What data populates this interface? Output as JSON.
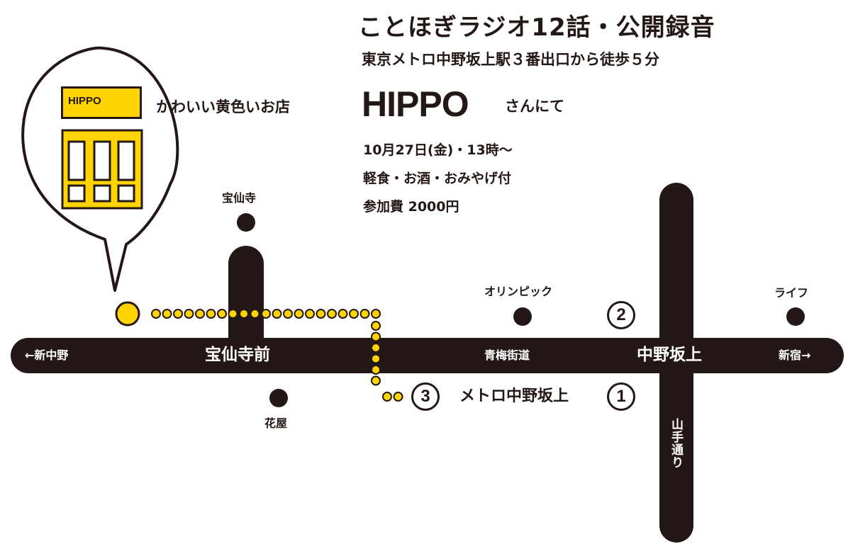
{
  "event": {
    "title": "ことほぎラジオ12話・公開録音",
    "access": "東京メトロ中野坂上駅３番出口から徒歩５分",
    "venue_name": "HIPPO",
    "venue_suffix": "さんにて",
    "date": "10月27日(金)・13時～",
    "food": "軽食・お酒・おみやげ付",
    "fee": "参加費 2000円"
  },
  "shop": {
    "sign": "HIPPO",
    "description": "かわいい黄色いお店"
  },
  "map": {
    "colors": {
      "road": "#231815",
      "shop": "#ffd400",
      "background": "#ffffff"
    },
    "roads": {
      "main_left": "←新中野",
      "main_right": "新宿→",
      "ome": "青梅街道",
      "yamate": "山手通り"
    },
    "intersections": {
      "hosenji_mae": "宝仙寺前",
      "nakano_sakaue": "中野坂上"
    },
    "landmarks": {
      "hosenji": "宝仙寺",
      "hanaya": "花屋",
      "olympic": "オリンピック",
      "life": "ライフ"
    },
    "exits": {
      "exit1": "1",
      "exit2": "2",
      "exit3": "3",
      "station": "メトロ中野坂上"
    }
  }
}
